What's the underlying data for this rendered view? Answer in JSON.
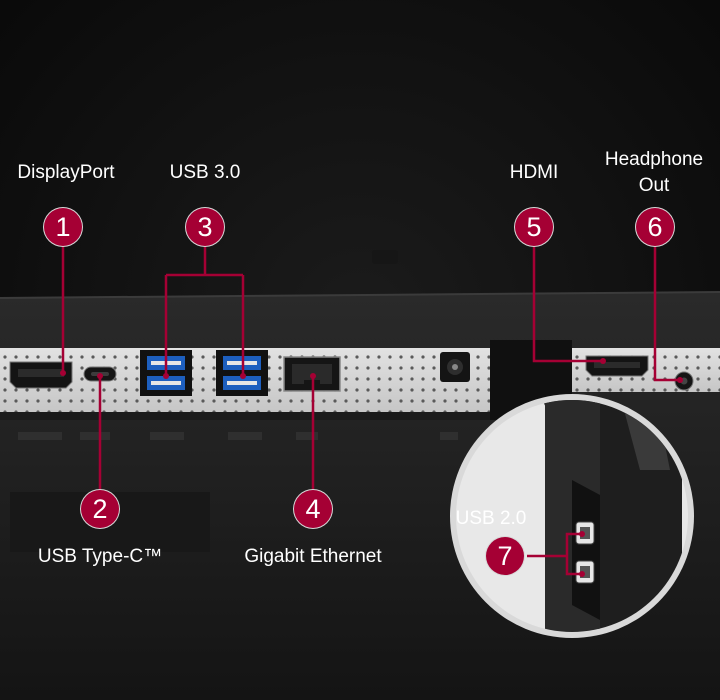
{
  "colors": {
    "accent": "#a50034",
    "panel": "#d6d6d6",
    "background": "#0c0c0c"
  },
  "ports": [
    {
      "number": "1",
      "label": "DisplayPort"
    },
    {
      "number": "2",
      "label": "USB Type-C™"
    },
    {
      "number": "3",
      "label": "USB 3.0"
    },
    {
      "number": "4",
      "label": "Gigabit Ethernet"
    },
    {
      "number": "5",
      "label": "HDMI"
    },
    {
      "number": "6",
      "label_line1": "Headphone",
      "label_line2": "Out"
    },
    {
      "number": "7",
      "label": "USB 2.0"
    }
  ]
}
